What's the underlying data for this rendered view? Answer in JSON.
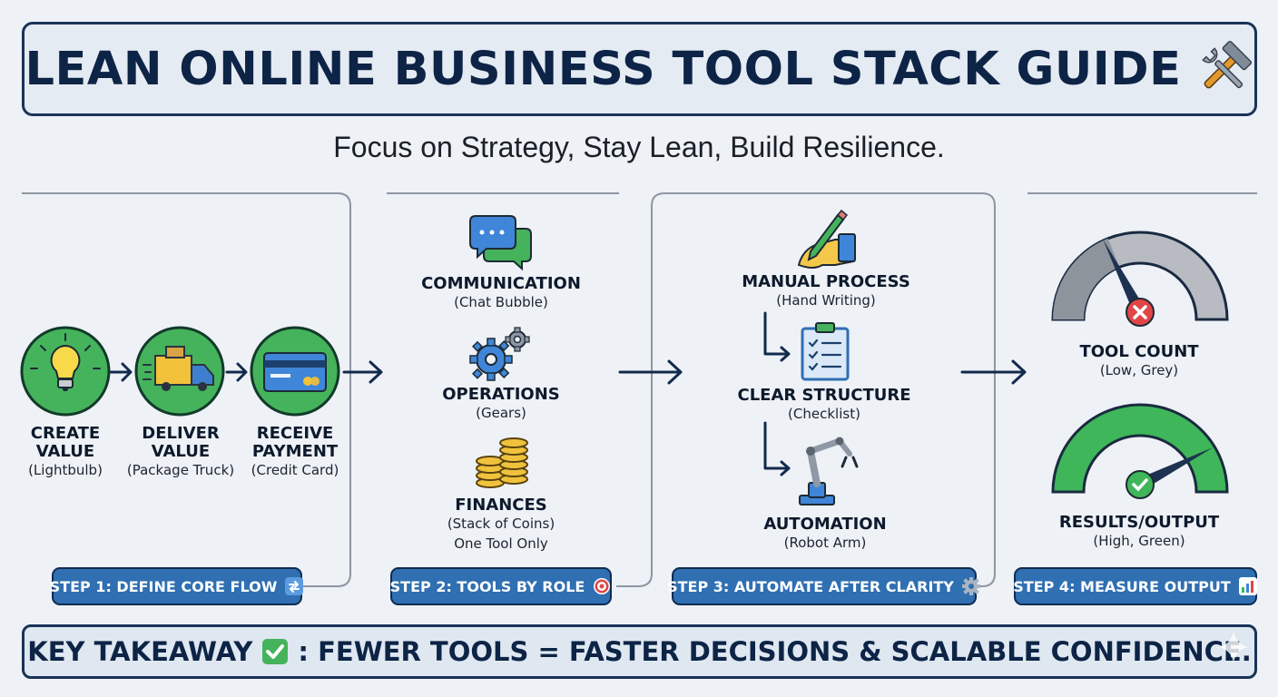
{
  "title": "LEAN ONLINE BUSINESS TOOL STACK GUIDE",
  "subtitle": "Focus on Strategy, Stay Lean, Build Resilience.",
  "step1": {
    "badge": "STEP 1: DEFINE CORE FLOW",
    "items": [
      {
        "title1": "CREATE",
        "title2": "VALUE",
        "sub": "(Lightbulb)",
        "icon": "lightbulb-icon"
      },
      {
        "title1": "DELIVER",
        "title2": "VALUE",
        "sub": "(Package Truck)",
        "icon": "truck-icon"
      },
      {
        "title1": "RECEIVE",
        "title2": "PAYMENT",
        "sub": "(Credit Card)",
        "icon": "credit-card-icon"
      }
    ]
  },
  "step2": {
    "badge": "STEP 2: TOOLS BY ROLE",
    "items": [
      {
        "title": "COMMUNICATION",
        "sub": "(Chat Bubble)",
        "icon": "chat-bubble-icon"
      },
      {
        "title": "OPERATIONS",
        "sub": "(Gears)",
        "icon": "gears-icon"
      },
      {
        "title": "FINANCES",
        "sub": "(Stack of Coins)",
        "note": "One Tool Only",
        "icon": "coins-icon"
      }
    ]
  },
  "step3": {
    "badge": "STEP 3: AUTOMATE AFTER CLARITY",
    "items": [
      {
        "title": "MANUAL PROCESS",
        "sub": "(Hand Writing)",
        "icon": "hand-writing-icon"
      },
      {
        "title": "CLEAR STRUCTURE",
        "sub": "(Checklist)",
        "icon": "checklist-icon"
      },
      {
        "title": "AUTOMATION",
        "sub": "(Robot Arm)",
        "icon": "robot-arm-icon"
      }
    ]
  },
  "step4": {
    "badge": "STEP 4: MEASURE OUTPUT",
    "items": [
      {
        "title": "TOOL COUNT",
        "sub": "(Low, Grey)",
        "icon": "gauge-low-icon",
        "level": 0.35
      },
      {
        "title": "RESULTS/OUTPUT",
        "sub": "(High, Green)",
        "icon": "gauge-high-icon",
        "level": 0.85
      }
    ]
  },
  "takeaway": {
    "prefix": "KEY TAKEAWAY",
    "suffix": ": FEWER TOOLS = FASTER DECISIONS & SCALABLE CONFIDENCE."
  },
  "colors": {
    "navy": "#0d2446",
    "badge_blue": "#2f6fb2",
    "green": "#3fb65a",
    "grey": "#b8bcc2",
    "red": "#e04646"
  }
}
